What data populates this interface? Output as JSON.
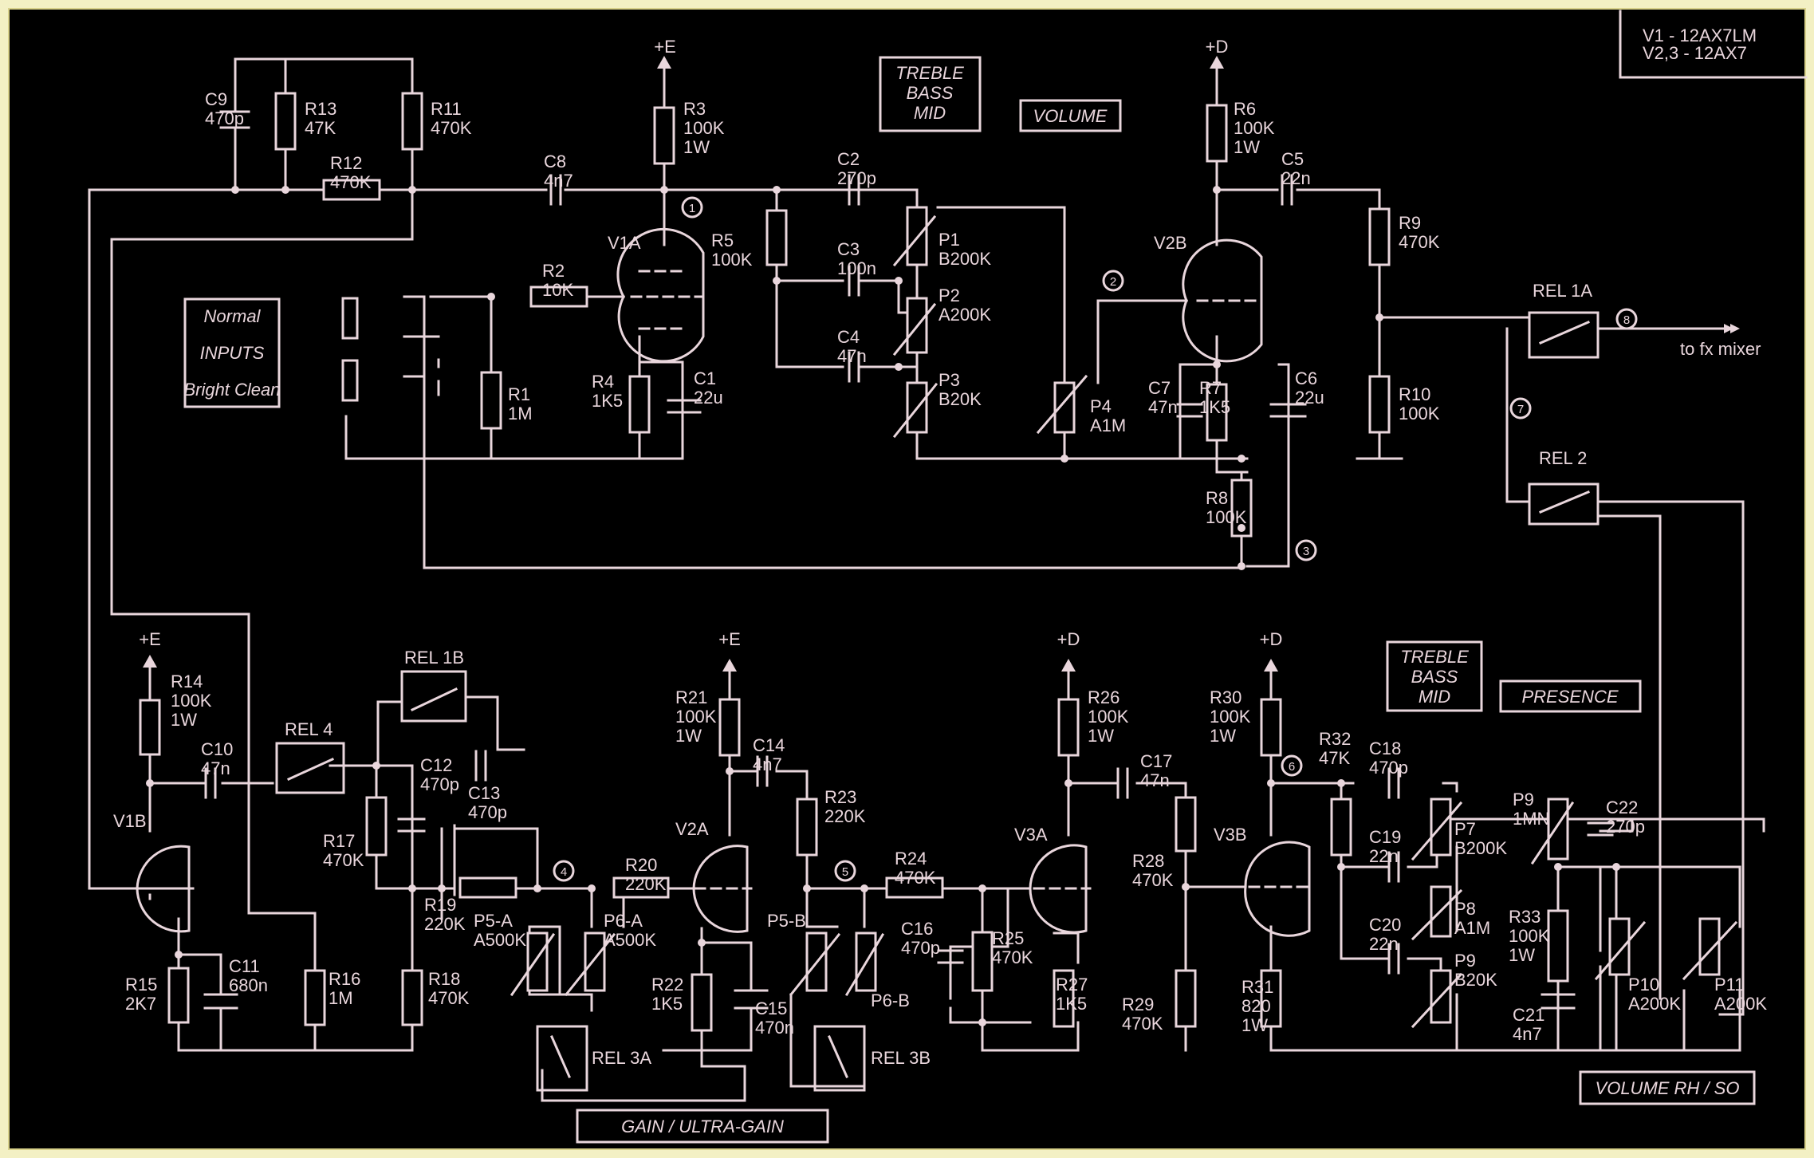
{
  "tube_legend": {
    "line1": "V1    - 12AX7LM",
    "line2": "V2,3 - 12AX7"
  },
  "boxes": {
    "tone1_treble": "TREBLE",
    "tone1_bass": "BASS",
    "tone1_mid": "MID",
    "volume": "VOLUME",
    "inputs_normal": "Normal",
    "inputs_title": "INPUTS",
    "inputs_bright": "Bright Clean",
    "tone2_treble": "TREBLE",
    "tone2_bass": "BASS",
    "tone2_mid": "MID",
    "presence": "PRESENCE",
    "gain": "GAIN / ULTRA-GAIN",
    "volume_rh": "VOLUME RH / SO"
  },
  "supplies": {
    "e1": "+E",
    "d1": "+D",
    "e2": "+E",
    "e3": "+E",
    "d2": "+D",
    "d3": "+D"
  },
  "tubes": {
    "v1a": "V1A",
    "v2b": "V2B",
    "v1b": "V1B",
    "v2a": "V2A",
    "v3a": "V3A",
    "v3b": "V3B"
  },
  "relays": {
    "rel1a": "REL 1A",
    "rel2": "REL 2",
    "rel1b": "REL 1B",
    "rel4": "REL 4",
    "rel3a": "REL 3A",
    "rel3b": "REL 3B"
  },
  "output": "to fx mixer",
  "nodes": [
    "1",
    "2",
    "3",
    "4",
    "5",
    "6",
    "7",
    "8"
  ],
  "components": [
    {
      "ref": "C9",
      "value": "470p"
    },
    {
      "ref": "R13",
      "value": "47K"
    },
    {
      "ref": "R11",
      "value": "470K"
    },
    {
      "ref": "R12",
      "value": "470K"
    },
    {
      "ref": "C8",
      "value": "4n7"
    },
    {
      "ref": "R3",
      "value": "100K 1W"
    },
    {
      "ref": "R2",
      "value": "10K"
    },
    {
      "ref": "R1",
      "value": "1M"
    },
    {
      "ref": "R4",
      "value": "1K5"
    },
    {
      "ref": "C1",
      "value": "22u"
    },
    {
      "ref": "R5",
      "value": "100K"
    },
    {
      "ref": "C2",
      "value": "270p"
    },
    {
      "ref": "C3",
      "value": "100n"
    },
    {
      "ref": "C4",
      "value": "47n"
    },
    {
      "ref": "P1",
      "value": "B200K"
    },
    {
      "ref": "P2",
      "value": "A200K"
    },
    {
      "ref": "P3",
      "value": "B20K"
    },
    {
      "ref": "P4",
      "value": "A1M"
    },
    {
      "ref": "R6",
      "value": "100K 1W"
    },
    {
      "ref": "C5",
      "value": "22n"
    },
    {
      "ref": "C7",
      "value": "47n"
    },
    {
      "ref": "R7",
      "value": "1K5"
    },
    {
      "ref": "C6",
      "value": "22u"
    },
    {
      "ref": "R8",
      "value": "100K"
    },
    {
      "ref": "R9",
      "value": "470K"
    },
    {
      "ref": "R10",
      "value": "100K"
    },
    {
      "ref": "R14",
      "value": "100K 1W"
    },
    {
      "ref": "C10",
      "value": "47n"
    },
    {
      "ref": "C12",
      "value": "470p"
    },
    {
      "ref": "R17",
      "value": "470K"
    },
    {
      "ref": "C13",
      "value": "470p"
    },
    {
      "ref": "R19",
      "value": "220K"
    },
    {
      "ref": "R15",
      "value": "2K7"
    },
    {
      "ref": "C11",
      "value": "680n"
    },
    {
      "ref": "R16",
      "value": "1M"
    },
    {
      "ref": "R18",
      "value": "470K"
    },
    {
      "ref": "P5-A",
      "value": "A500K"
    },
    {
      "ref": "P6-A",
      "value": "A500K"
    },
    {
      "ref": "R20",
      "value": "220K"
    },
    {
      "ref": "R21",
      "value": "100K 1W"
    },
    {
      "ref": "C14",
      "value": "4n7"
    },
    {
      "ref": "R23",
      "value": "220K"
    },
    {
      "ref": "R22",
      "value": "1K5"
    },
    {
      "ref": "C15",
      "value": "470n"
    },
    {
      "ref": "P5-B",
      "value": ""
    },
    {
      "ref": "P6-B",
      "value": ""
    },
    {
      "ref": "R24",
      "value": "470K"
    },
    {
      "ref": "C16",
      "value": "470p"
    },
    {
      "ref": "R25",
      "value": "470K"
    },
    {
      "ref": "R26",
      "value": "100K 1W"
    },
    {
      "ref": "C17",
      "value": "47n"
    },
    {
      "ref": "R28",
      "value": "470K"
    },
    {
      "ref": "R27",
      "value": "1K5"
    },
    {
      "ref": "R29",
      "value": "470K"
    },
    {
      "ref": "R30",
      "value": "100K 1W"
    },
    {
      "ref": "R31",
      "value": "820 1W"
    },
    {
      "ref": "R32",
      "value": "47K"
    },
    {
      "ref": "C18",
      "value": "470p"
    },
    {
      "ref": "C19",
      "value": "22n"
    },
    {
      "ref": "C20",
      "value": "22n"
    },
    {
      "ref": "P7",
      "value": "B200K"
    },
    {
      "ref": "P8",
      "value": "A1M"
    },
    {
      "ref": "P9",
      "value": "B20K"
    },
    {
      "ref": "P9b",
      "value": "1MN"
    },
    {
      "ref": "C22",
      "value": "270p"
    },
    {
      "ref": "R33",
      "value": "100K 1W"
    },
    {
      "ref": "C21",
      "value": "4n7"
    },
    {
      "ref": "P10",
      "value": "A200K"
    },
    {
      "ref": "P11",
      "value": "A200K"
    }
  ]
}
